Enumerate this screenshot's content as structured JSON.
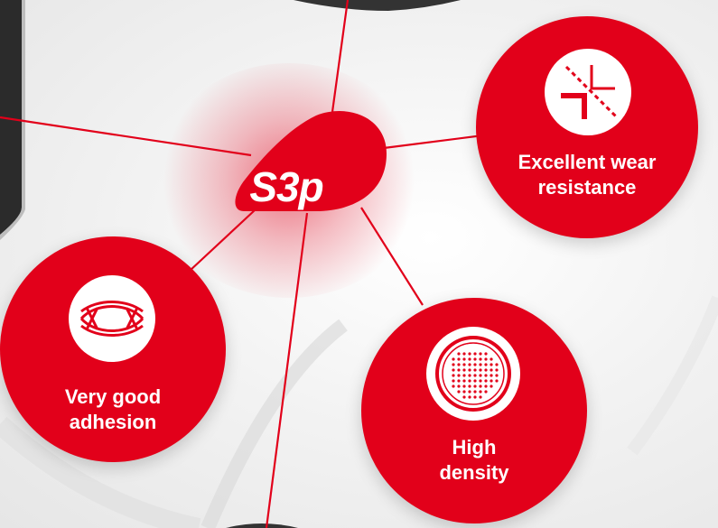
{
  "hub": {
    "label": "S3p"
  },
  "nodes": {
    "wear": {
      "label_line1": "Excellent wear",
      "label_line2": "resistance",
      "icon": "wear-resistance-icon"
    },
    "adhesion": {
      "label_line1": "Very good",
      "label_line2": "adhesion",
      "icon": "adhesion-icon"
    },
    "density": {
      "label_line1": "High",
      "label_line2": "density",
      "icon": "density-icon"
    }
  },
  "colors": {
    "accent": "#e2001a",
    "dark": "#2b2b2b",
    "background": "#f2f2f2",
    "icon_fill": "#ffffff"
  }
}
